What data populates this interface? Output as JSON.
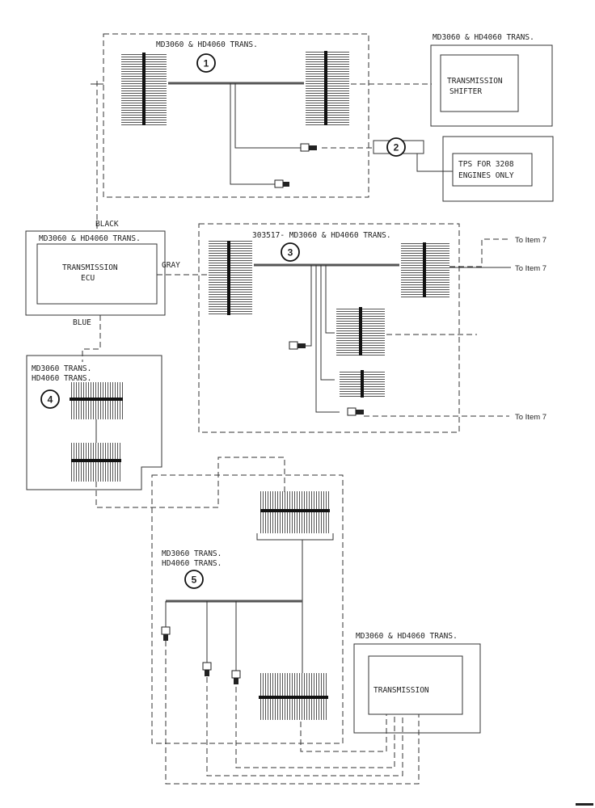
{
  "diagram": {
    "items": {
      "item1": {
        "number": "1",
        "label": "MD3060 & HD4060 TRANS."
      },
      "item2": {
        "number": "2"
      },
      "item3": {
        "number": "3",
        "label": "303517- MD3060 & HD4060 TRANS."
      },
      "item4": {
        "number": "4",
        "label_line1": "MD3060 TRANS.",
        "label_line2": "HD4060 TRANS."
      },
      "item5": {
        "number": "5",
        "label_line1": "MD3060 TRANS.",
        "label_line2": "HD4060 TRANS."
      }
    },
    "components": {
      "shifter": {
        "header": "MD3060 & HD4060 TRANS.",
        "line1": "TRANSMISSION",
        "line2": "SHIFTER"
      },
      "tps": {
        "line1": "TPS FOR 3208",
        "line2": "ENGINES ONLY"
      },
      "ecu": {
        "header": "MD3060 & HD4060 TRANS.",
        "line1": "TRANSMISSION",
        "line2": "ECU"
      },
      "transmission": {
        "header": "MD3060 & HD4060 TRANS.",
        "line1": "TRANSMISSION"
      }
    },
    "wire_labels": {
      "black": "BLACK",
      "gray": "GRAY",
      "blue": "BLUE"
    },
    "references": {
      "ref_top": "To Item 7",
      "ref_middle": "To Item 7",
      "ref_bottom": "To Item 7"
    }
  }
}
